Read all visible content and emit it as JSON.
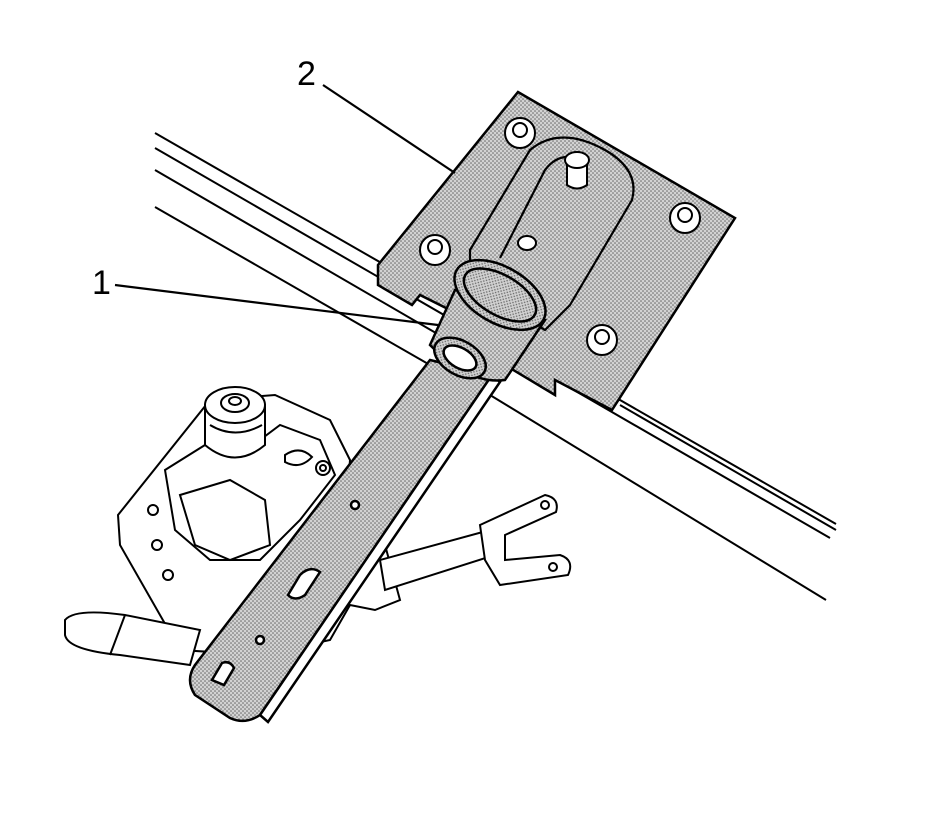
{
  "figure": {
    "callouts": [
      {
        "id": "1",
        "label": "1"
      },
      {
        "id": "2",
        "label": "2"
      }
    ]
  },
  "colors": {
    "ink": "#000000",
    "paper": "#ffffff",
    "shade": "#c8c8c8",
    "dot": "#6a6a6a"
  }
}
